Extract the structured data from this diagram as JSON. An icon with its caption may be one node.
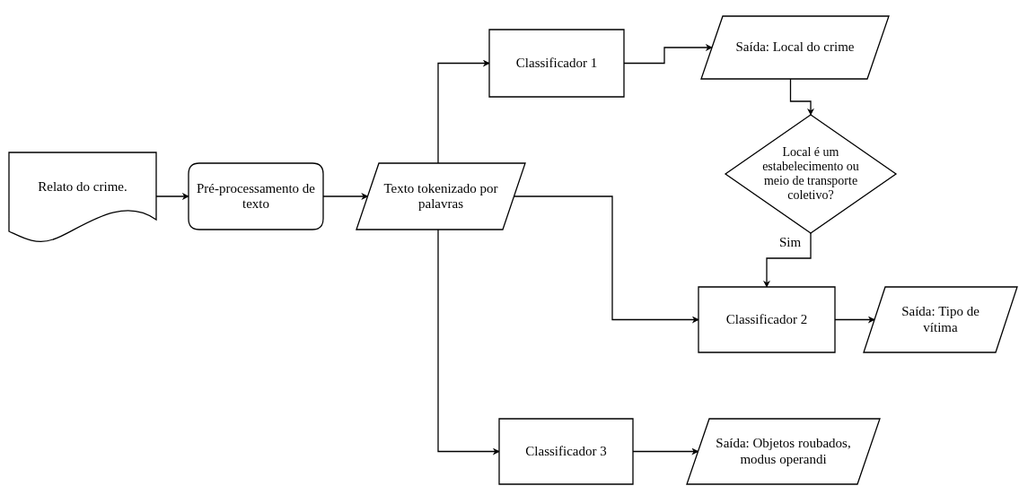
{
  "diagram": {
    "nodes": [
      {
        "text": [
          "Relato do crime."
        ]
      },
      {
        "text": [
          "Pré-processamento de texto"
        ]
      },
      {
        "text": [
          "Texto tokenizado por palavras"
        ]
      },
      {
        "text": [
          "Classificador 1"
        ]
      },
      {
        "text": [
          "Saída: Local do crime"
        ]
      },
      {
        "text": [
          "Local é um estabelecimento ou meio de transporte coletivo?"
        ]
      },
      {
        "text": [
          "Classificador 2"
        ]
      },
      {
        "text": [
          "Saída: Tipo de vítima"
        ]
      },
      {
        "text": [
          "Classificador 3"
        ]
      },
      {
        "text": [
          "Saída: Objetos roubados, modus operandi"
        ]
      }
    ],
    "edges": [
      {
        "from": 0,
        "to": 1,
        "arrow": "to"
      },
      {
        "from": 1,
        "to": 2,
        "arrow": "to"
      },
      {
        "from": 2,
        "to": 3,
        "arrow": "to"
      },
      {
        "from": 3,
        "to": 4,
        "arrow": "to"
      },
      {
        "from": 4,
        "to": 5,
        "arrow": "to"
      },
      {
        "from": 5,
        "to": 6,
        "arrow": "to",
        "label": "Sim"
      },
      {
        "from": 2,
        "to": 6,
        "arrow": "to"
      },
      {
        "from": 6,
        "to": 7,
        "arrow": "to"
      },
      {
        "from": 2,
        "to": 8,
        "arrow": "to"
      },
      {
        "from": 8,
        "to": 9,
        "arrow": "to"
      }
    ]
  }
}
